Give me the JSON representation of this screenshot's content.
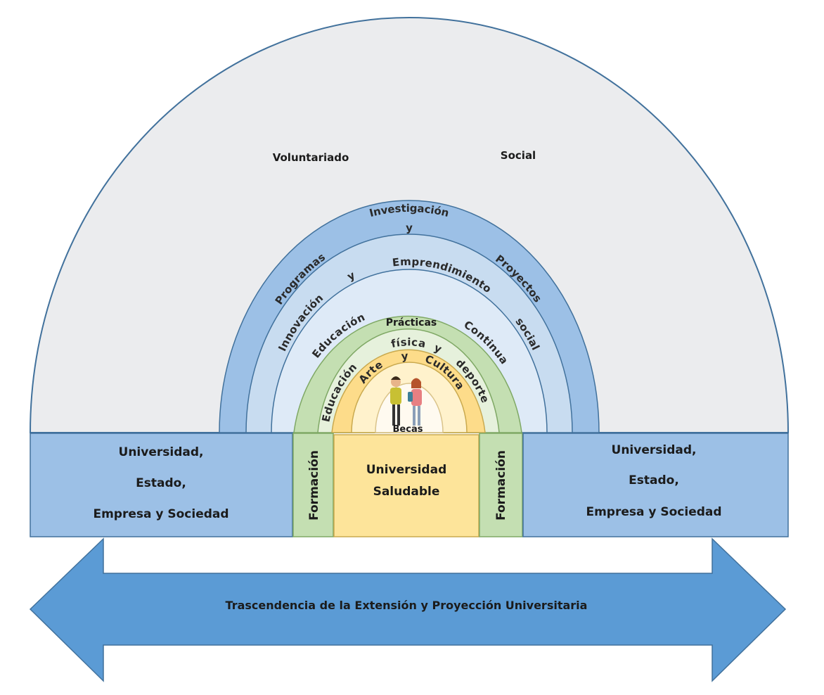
{
  "outer_arc": {
    "word_1": "Voluntariado",
    "word_2": "Social"
  },
  "rings": {
    "investigacion": "Investigación",
    "programas": {
      "w1": "Programas",
      "w2": "y",
      "w3": "Proyectos"
    },
    "innovacion": {
      "w1": "Innovación",
      "w2": "y",
      "w3": "Emprendimiento",
      "w4": "social"
    },
    "educacion_continua": {
      "w1": "Educación",
      "w2": "Continua"
    },
    "practicas": "Prácticas",
    "fisica": {
      "w1": "física",
      "w2": "y",
      "w3": "deporte"
    },
    "educacion": "Educación",
    "arte": {
      "w1": "Arte",
      "w2": "y",
      "w3": "Cultura"
    },
    "becas": "Becas"
  },
  "left_box": {
    "line1": "Universidad,",
    "line2": "Estado,",
    "line3": "Empresa y Sociedad"
  },
  "right_box": {
    "line1": "Universidad,",
    "line2": "Estado,",
    "line3": "Empresa y Sociedad"
  },
  "formacion_left": "Formación",
  "formacion_right": "Formación",
  "center_box": {
    "line1": "Universidad",
    "line2": "Saludable"
  },
  "arrow": {
    "label": "Trascendencia de la Extensión y Proyección Universitaria"
  },
  "colors": {
    "outer_fill": "#ebecee",
    "blue_ring": "#9cc0e6",
    "light_blue": "#c8dcf0",
    "pale_blue": "#deeaf7",
    "green_ring": "#c4dfb2",
    "pale_green": "#e6f1dc",
    "yellow_ring": "#fddc8a",
    "pale_yellow": "#fff2cc",
    "arrow_blue": "#5b9bd5",
    "stroke": "#41719c"
  }
}
